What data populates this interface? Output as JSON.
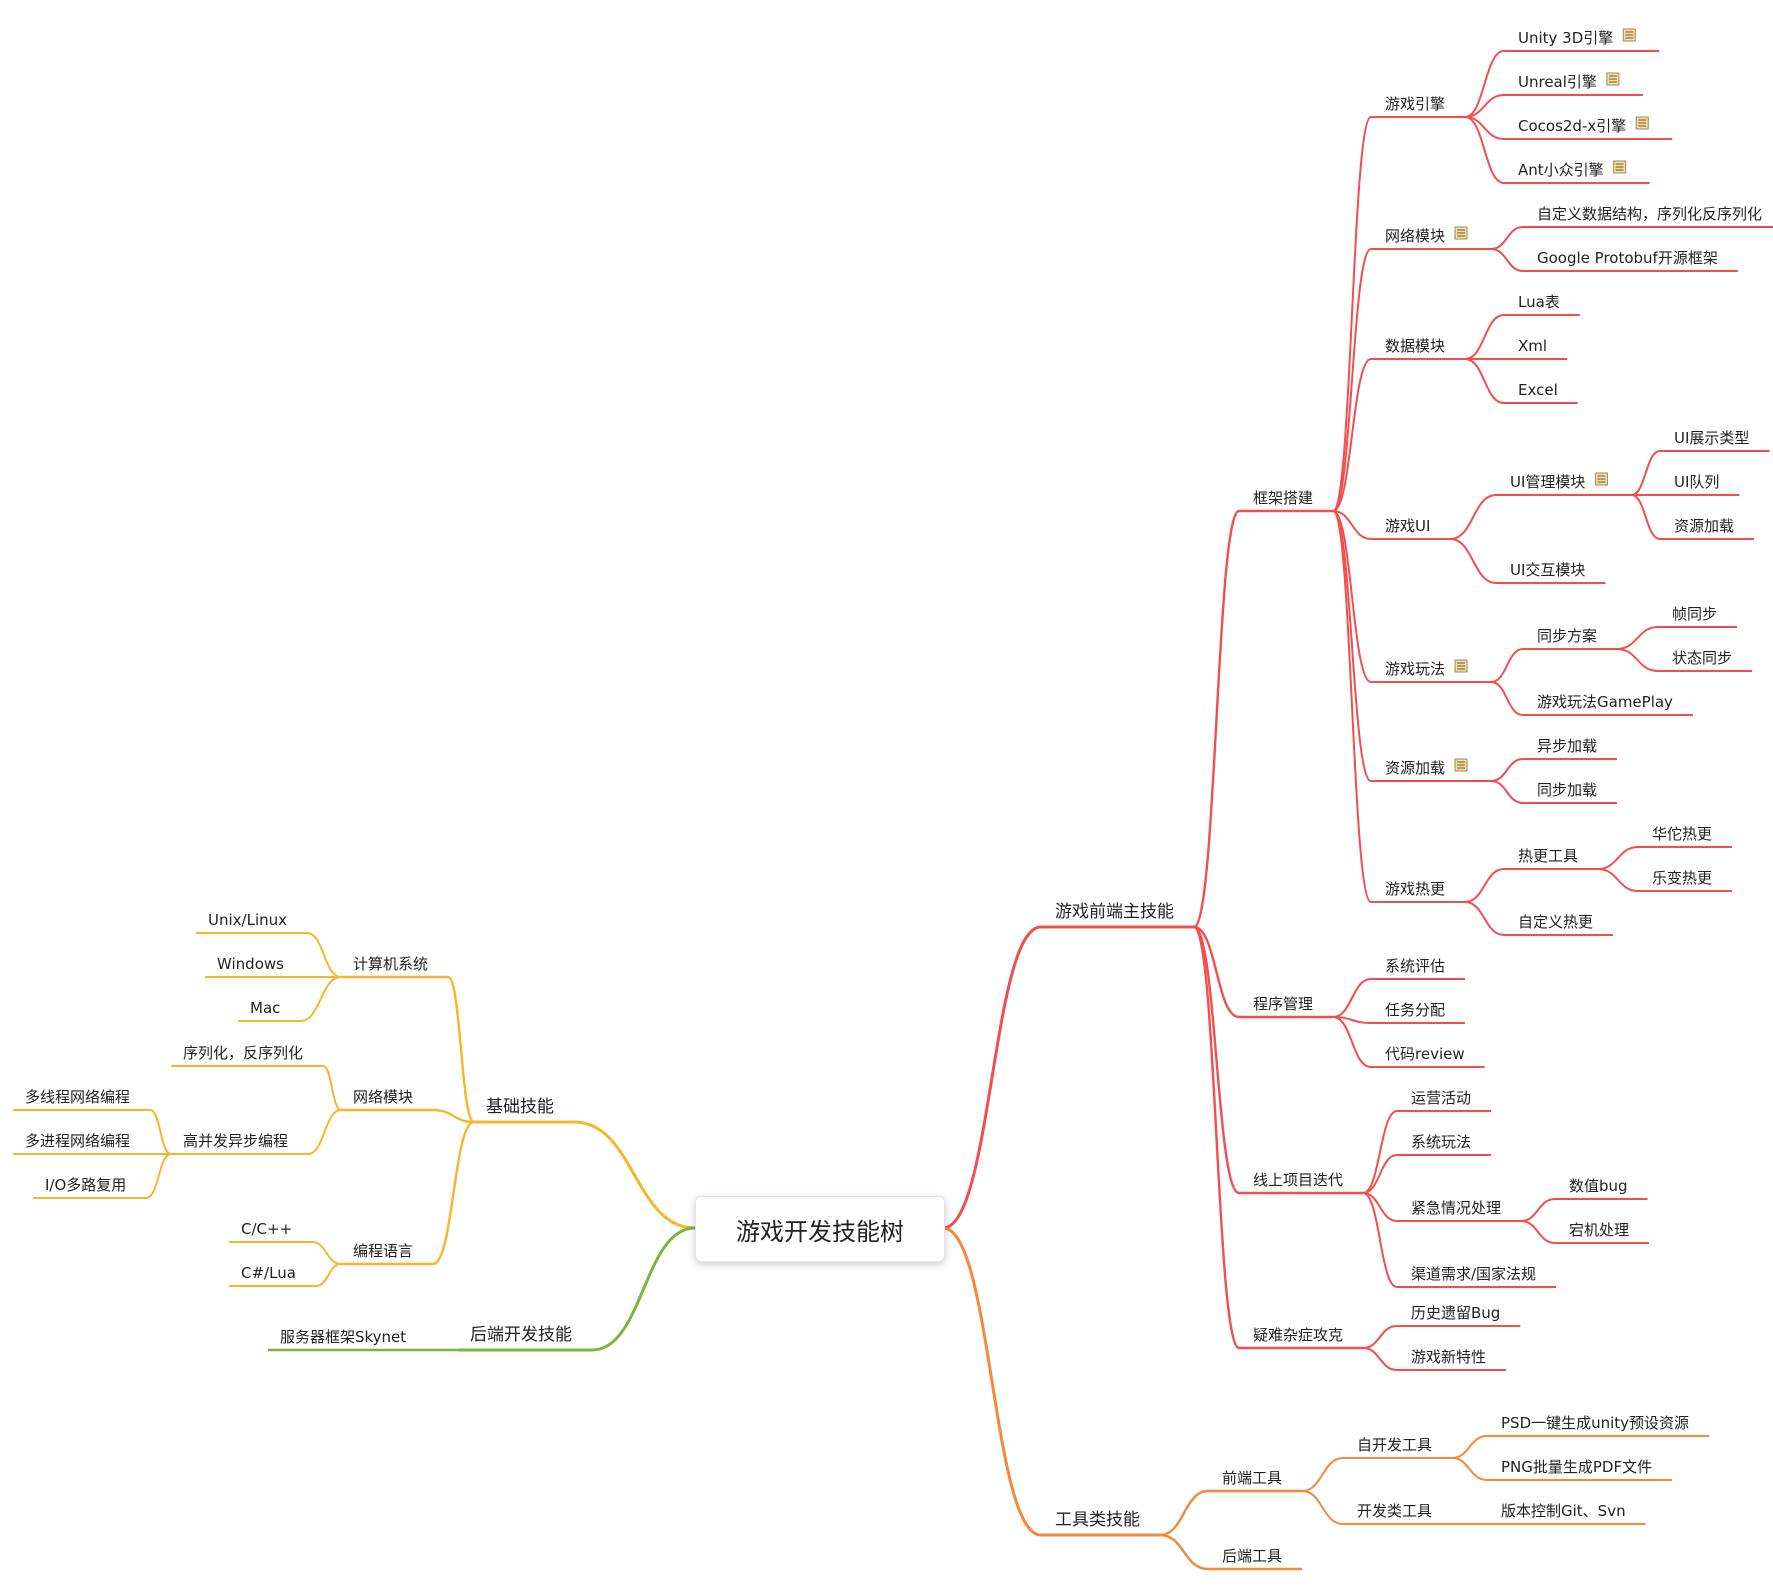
{
  "root": {
    "label": "游戏开发技能树"
  },
  "colors": {
    "front": "#f24e4e",
    "tools": "#f5883a",
    "basic": "#f7b52c",
    "backend": "#7cb342"
  },
  "icons": {
    "note": "note-icon"
  },
  "nodes": {
    "front_main": "游戏前端主技能",
    "tools": "工具类技能",
    "basic": "基础技能",
    "backend": "后端开发技能",
    "framework": "框架搭建",
    "program_mgmt": "程序管理",
    "online_iter": "线上项目迭代",
    "hard_bugs": "疑难杂症攻克",
    "engine": "游戏引擎",
    "engine_unity": "Unity 3D引擎",
    "engine_unreal": "Unreal引擎",
    "engine_cocos": "Cocos2d-x引擎",
    "engine_ant": "Ant小众引擎",
    "net_module": "网络模块",
    "net_custom": "自定义数据结构，序列化反序列化",
    "net_protobuf": "Google Protobuf开源框架",
    "data_module": "数据模块",
    "data_lua": "Lua表",
    "data_xml": "Xml",
    "data_excel": "Excel",
    "game_ui": "游戏UI",
    "ui_mgr": "UI管理模块",
    "ui_show": "UI展示类型",
    "ui_queue": "UI队列",
    "ui_res": "资源加载",
    "ui_interact": "UI交互模块",
    "gameplay": "游戏玩法",
    "sync_plan": "同步方案",
    "frame_sync": "帧同步",
    "state_sync": "状态同步",
    "gameplay_gp": "游戏玩法GamePlay",
    "res_load": "资源加载",
    "async_load": "异步加载",
    "sync_load": "同步加载",
    "hotfix": "游戏热更",
    "hotfix_tools": "热更工具",
    "hotfix_huatuo": "华佗热更",
    "hotfix_lebian": "乐变热更",
    "hotfix_custom": "自定义热更",
    "sys_eval": "系统评估",
    "task_assign": "任务分配",
    "code_review": "代码review",
    "ops_activity": "运营活动",
    "sys_gameplay": "系统玩法",
    "emergency": "紧急情况处理",
    "num_bug": "数值bug",
    "crash": "宕机处理",
    "channel": "渠道需求/国家法规",
    "legacy_bug": "历史遗留Bug",
    "new_feature": "游戏新特性",
    "front_tools": "前端工具",
    "back_tools": "后端工具",
    "self_tools": "自开发工具",
    "psd_tool": "PSD一键生成unity预设资源",
    "png_tool": "PNG批量生成PDF文件",
    "dev_tools": "开发类工具",
    "vcs": "版本控制Git、Svn",
    "computer_sys": "计算机系统",
    "unix": "Unix/Linux",
    "windows": "Windows",
    "mac": "Mac",
    "net_basic": "网络模块",
    "serialize": "序列化，反序列化",
    "high_conc": "高并发异步编程",
    "multi_thread": "多线程网络编程",
    "multi_proc": "多进程网络编程",
    "io_mux": "I/O多路复用",
    "prog_lang": "编程语言",
    "cpp": "C/C++",
    "csharp": "C#/Lua",
    "skynet": "服务器框架Skynet"
  }
}
